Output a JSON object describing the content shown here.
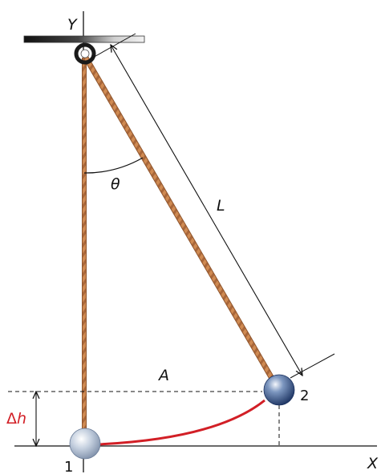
{
  "labels": {
    "y_axis": "Y",
    "x_axis": "X",
    "angle": "θ",
    "length": "L",
    "amplitude": "A",
    "height_delta_prefix": "Δ",
    "height_delta_var": "h",
    "point_1": "1",
    "point_2": "2"
  },
  "colors": {
    "rope": "#c8824c",
    "rope_dark": "#9a5a2e",
    "arc": "#d21f26",
    "height_label": "#d21f26",
    "ball_light": "#dde6f3",
    "ball_dark": "#2d4a78",
    "lines": "#111111"
  }
}
